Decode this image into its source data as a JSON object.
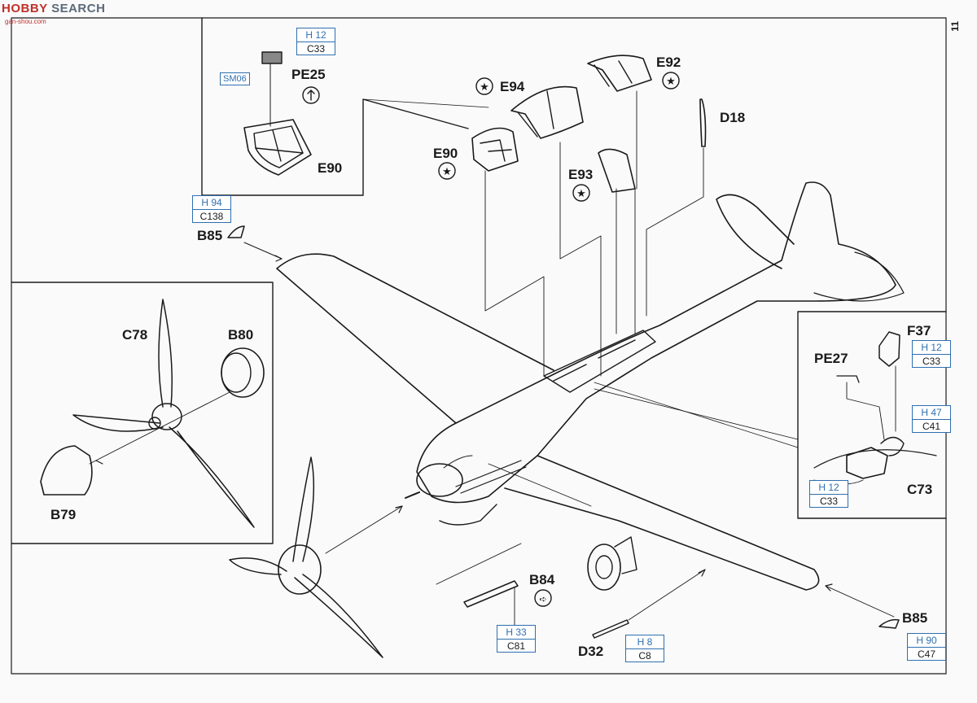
{
  "watermark": {
    "brand": "HOBBY",
    "search": "SEARCH",
    "site": "gan-shou.com"
  },
  "page_number": "11",
  "labels": {
    "pe25": "PE25",
    "e90_inset": "E90",
    "sm06": "SM06",
    "e94": "E94",
    "e92": "E92",
    "e90": "E90",
    "e93": "E93",
    "d18": "D18",
    "b85_top": "B85",
    "c78": "C78",
    "b80": "B80",
    "b79": "B79",
    "f37": "F37",
    "pe27": "PE27",
    "c73": "C73",
    "b84": "B84",
    "d32": "D32",
    "b85_bottom": "B85"
  },
  "color_callouts": {
    "h12_c33_top": {
      "top": "H 12",
      "bot": "C33"
    },
    "h94_c138": {
      "top": "H 94",
      "bot": "C138"
    },
    "h12_c33_f37": {
      "top": "H 12",
      "bot": "C33"
    },
    "h47_c41": {
      "top": "H 47",
      "bot": "C41"
    },
    "h12_c33_c73": {
      "top": "H 12",
      "bot": "C33"
    },
    "h33_c81": {
      "top": "H 33",
      "bot": "C81"
    },
    "h8_c8": {
      "top": "H 8",
      "bot": "C8"
    },
    "h90_c47": {
      "top": "H 90",
      "bot": "C47"
    }
  },
  "colors": {
    "line": "#1a1a1a",
    "callout_blue": "#2f6fb0",
    "paper": "#fafafa"
  }
}
